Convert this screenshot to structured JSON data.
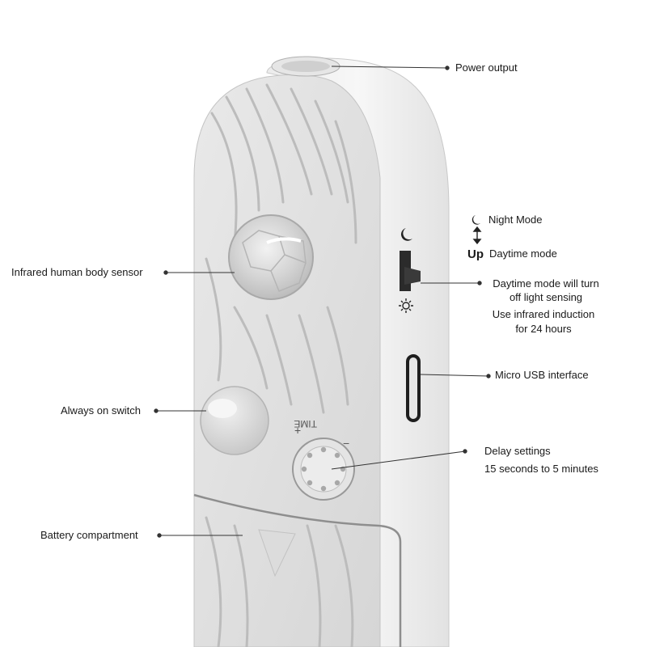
{
  "callouts": {
    "power_output": "Power output",
    "infrared_sensor": "Infrared human body sensor",
    "always_on_switch": "Always on switch",
    "battery_compartment": "Battery compartment",
    "night_mode": "Night Mode",
    "up": "Up",
    "daytime_mode": "Daytime mode",
    "daytime_note_1": "Daytime mode will turn",
    "daytime_note_2": "off light sensing",
    "infrared_note_1": "Use infrared induction",
    "infrared_note_2": "for 24 hours",
    "micro_usb": "Micro USB interface",
    "delay_settings": "Delay settings",
    "delay_range": "15 seconds to 5 minutes"
  },
  "device": {
    "knob_label": "TIME",
    "knob_plus": "+",
    "knob_minus": "−"
  },
  "icons": {
    "moon": "moon-icon",
    "sun": "sun-icon",
    "arrow": "up-down-arrow-icon"
  },
  "colors": {
    "body_light": "#f4f4f4",
    "body_shade": "#d9d9d9",
    "groove": "#b9b9b9",
    "leader_line": "#333333"
  }
}
